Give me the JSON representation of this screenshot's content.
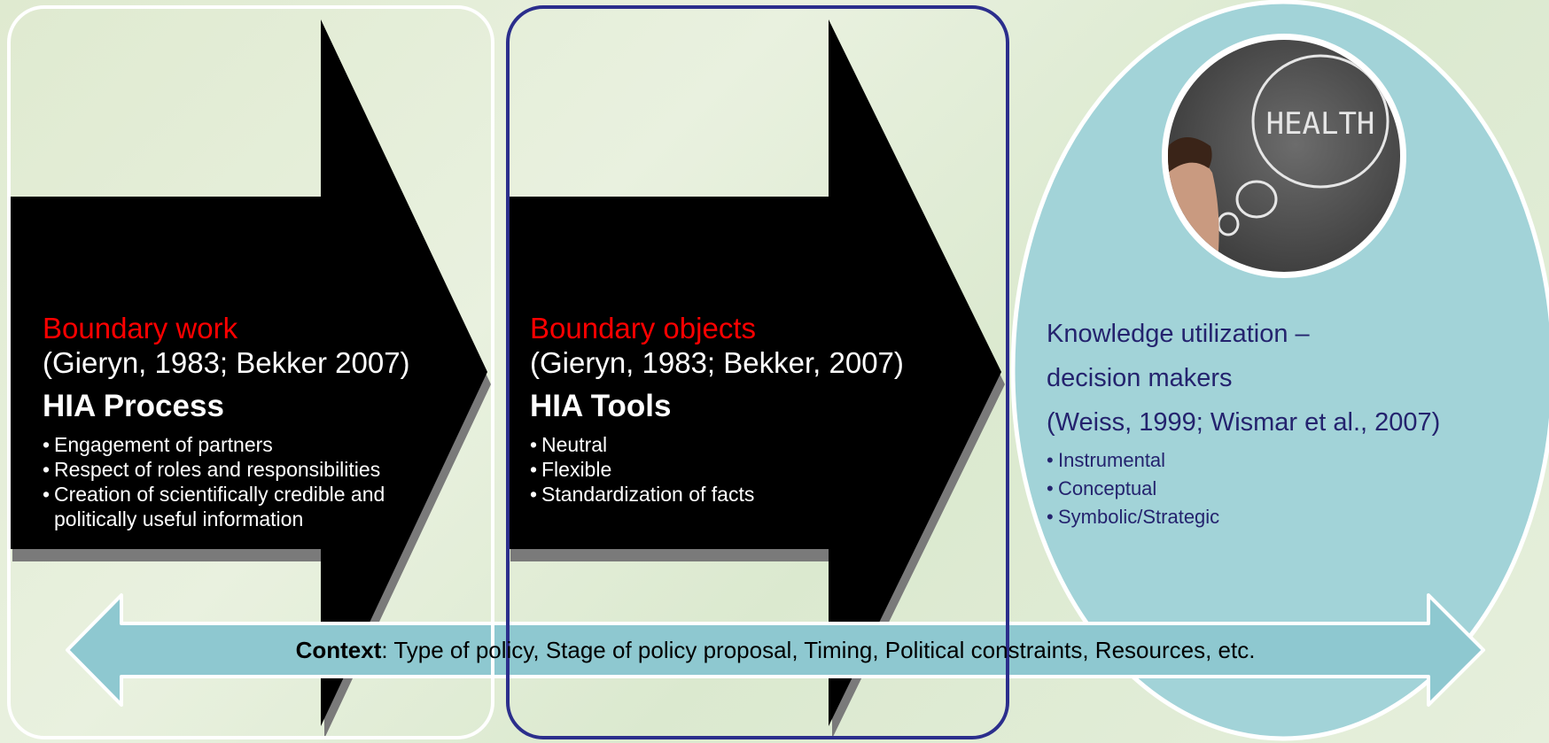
{
  "boundary_work": {
    "title": "Boundary work",
    "citation": "(Gieryn, 1983; Bekker 2007)",
    "subtitle": "HIA Process",
    "items": [
      "Engagement of partners",
      "Respect of roles and responsibilities",
      "Creation of scientifically credible and politically useful information"
    ]
  },
  "boundary_objects": {
    "title": "Boundary objects",
    "citation": "(Gieryn, 1983; Bekker, 2007)",
    "subtitle": "HIA Tools",
    "items": [
      "Neutral",
      "Flexible",
      "Standardization of facts"
    ]
  },
  "knowledge_utilization": {
    "line1": "Knowledge utilization –",
    "line2": "decision makers",
    "line3": "(Weiss, 1999; Wismar et al., 2007)",
    "items": [
      "Instrumental",
      "Conceptual",
      "Symbolic/Strategic"
    ],
    "photo_text": "HEALTH"
  },
  "context": {
    "label": "Context",
    "text": ": Type of policy, Stage of policy proposal,  Timing, Political constraints, Resources, etc."
  },
  "colors": {
    "panel_border_1": "#ffffff",
    "panel_border_2": "#2b2e8c",
    "arrow_fill": "#000000",
    "heading_red": "#ff0000",
    "ellipse_fill": "#a2d3d8",
    "context_arrow_fill": "#8ec8d0",
    "knowledge_text": "#24236e"
  }
}
